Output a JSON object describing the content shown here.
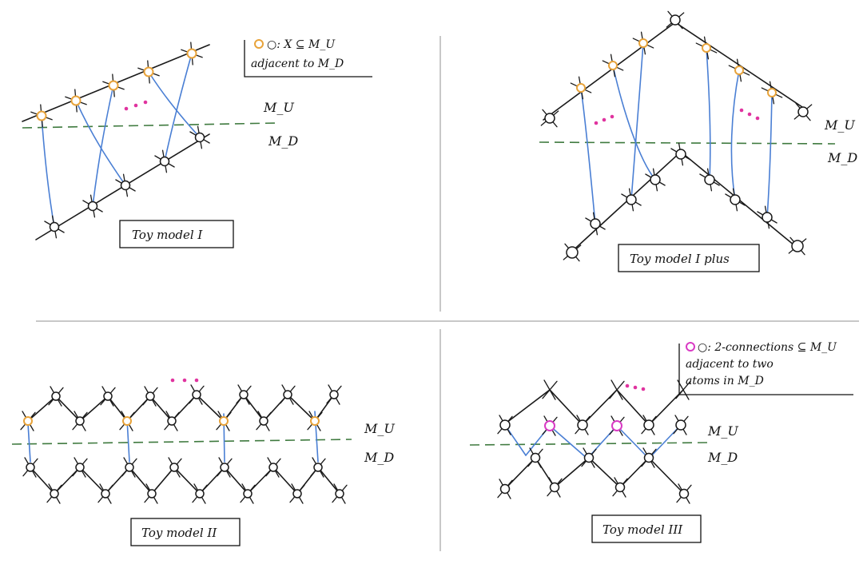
{
  "panels": [
    {
      "id": "toy1",
      "label": "Toy model I",
      "mu_label": "M_U",
      "md_label": "M_D",
      "legend": {
        "line1": "○: X ⊆ M_U",
        "line2": "adjacent to M_D"
      },
      "ellipsis": "..."
    },
    {
      "id": "toy1plus",
      "label": "Toy model I plus",
      "mu_label": "M_U",
      "md_label": "M_D",
      "ellipsis_left": "...",
      "ellipsis_right": "..."
    },
    {
      "id": "toy2",
      "label": "Toy model II",
      "mu_label": "M_U",
      "md_label": "M_D",
      "ellipsis": "..."
    },
    {
      "id": "toy3",
      "label": "Toy model III",
      "mu_label": "M_U",
      "md_label": "M_D",
      "legend": {
        "line1": "○: 2-connections ⊆ M_U",
        "line2": "adjacent to two",
        "line3": "atoms in M_D"
      },
      "ellipsis": "..."
    }
  ],
  "colors": {
    "orange_node": "#e8a33a",
    "pink_node": "#d93ac4",
    "blue_edge": "#4a7fd4",
    "boundary_dash": "#3f7a3f",
    "divider": "#c8c8c8"
  }
}
